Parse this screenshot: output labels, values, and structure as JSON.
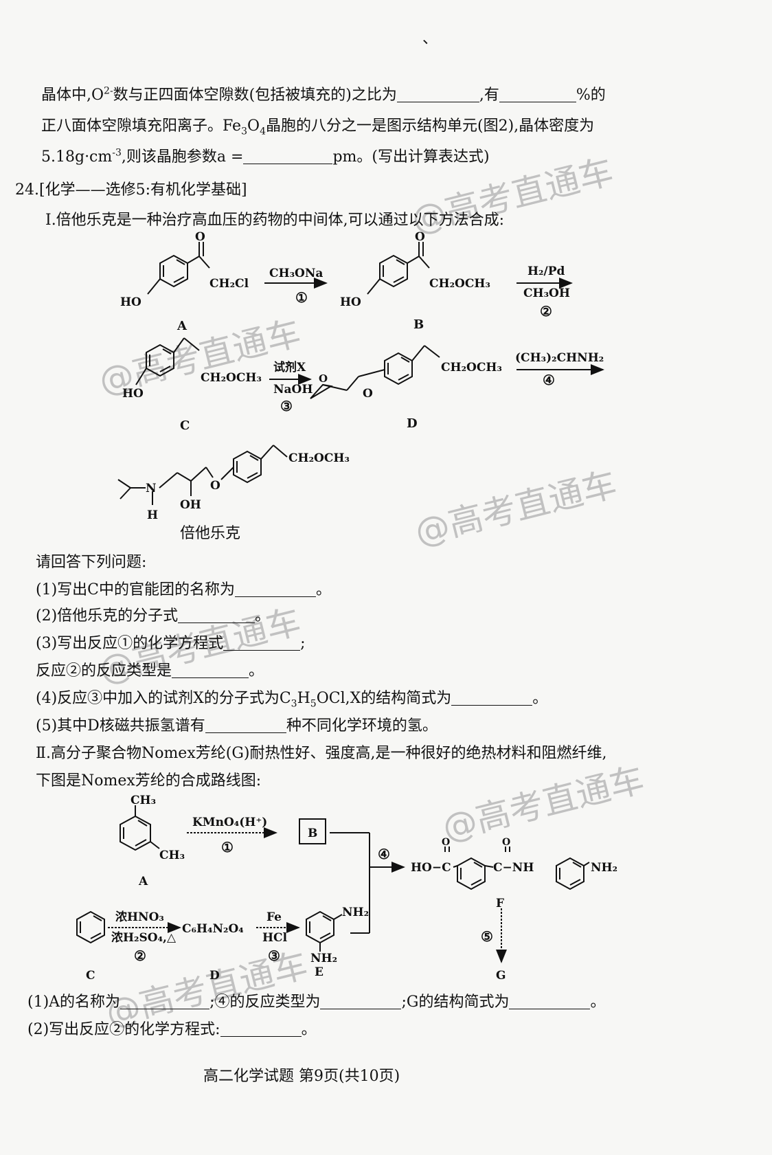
{
  "tick": "、",
  "lines": {
    "l1a": "晶体中,O",
    "l1sup": "2-",
    "l1b": "数与正四面体空隙数(包括被填充的)之比为",
    "l1c": ",有",
    "l1d": "%的",
    "l2a": "正八面体空隙填充阳离子。Fe",
    "l2s1": "3",
    "l2b": "O",
    "l2s2": "4",
    "l2c": "晶胞的八分之一是图示结构单元(图2),晶体密度为",
    "l3a": "5.18g·cm",
    "l3sup": "-3",
    "l3b": ",则该晶胞参数a =",
    "l3c": "pm。(写出计算表达式)",
    "q24": "24.[化学——选修5:有机化学基础]",
    "i1": "Ⅰ.倍他乐克是一种治疗高血压的药物的中间体,可以通过以下方法合成:",
    "ask": "请回答下列问题:",
    "p1a": "(1)写出C中的官能团的名称为",
    "p1b": "。",
    "p2a": "(2)倍他乐克的分子式",
    "p2b": "。",
    "p3a": "(3)写出反应①的化学方程式",
    "p3b": ";",
    "p3c": "反应②的反应类型是",
    "p3d": "。",
    "p4a": "(4)反应③中加入的试剂X的分子式为C",
    "p4s1": "3",
    "p4b": "H",
    "p4s2": "5",
    "p4c": "OCl,X的结构简式为",
    "p4d": "。",
    "p5a": "(5)其中D核磁共振氢谱有",
    "p5b": "种不同化学环境的氢。",
    "ii1": "Ⅱ.高分子聚合物Nomex芳纶(G)耐热性好、强度高,是一种很好的绝热材料和阻燃纤维,",
    "ii2": "下图是Nomex芳纶的合成路线图:",
    "s1a": "(1)A的名称为",
    "s1b": ";④的反应类型为",
    "s1c": ";G的结构简式为",
    "s1d": "。",
    "s2a": "(2)写出反应②的化学方程式:",
    "s2b": "。",
    "footer": "高二化学试题  第9页(共10页)"
  },
  "scheme1": {
    "o": "O",
    "ho": "HO",
    "ch2cl": "CH₂Cl",
    "ch2och3": "CH₂OCH₃",
    "oh": "OH",
    "n": "N",
    "h": "H",
    "r1_top": "CH₃ONa",
    "r1_num": "①",
    "r2_top": "H₂/Pd",
    "r2_bot": "CH₃OH",
    "r2_num": "②",
    "r3_top": "试剂X",
    "r3_bot": "NaOH",
    "r3_num": "③",
    "r4_top": "(CH₃)₂CHNH₂",
    "r4_num": "④",
    "A": "A",
    "B": "B",
    "C": "C",
    "D": "D",
    "product": "倍他乐克"
  },
  "scheme2": {
    "ch3": "CH₃",
    "r1_top": "KMnO₄(H⁺)",
    "r1_num": "①",
    "box_b": "B",
    "r4_num": "④",
    "f_left": "HO−C",
    "f_mid": "C−NH",
    "o": "O",
    "nh2": "NH₂",
    "F": "F",
    "r5_num": "⑤",
    "G": "G",
    "r2_top": "浓HNO₃",
    "r2_bot": "浓H₂SO₄,△",
    "r2_num": "②",
    "d_formula": "C₆H₄N₂O₄",
    "r3_top": "Fe",
    "r3_bot": "HCl",
    "r3_num": "③",
    "A": "A",
    "C": "C",
    "D": "D",
    "E": "E"
  },
  "watermarks": [
    "@高考直通车",
    "@高考直通车",
    "@高考直通车",
    "@高考直通车",
    "@高考直通车",
    "@高考直通车"
  ]
}
